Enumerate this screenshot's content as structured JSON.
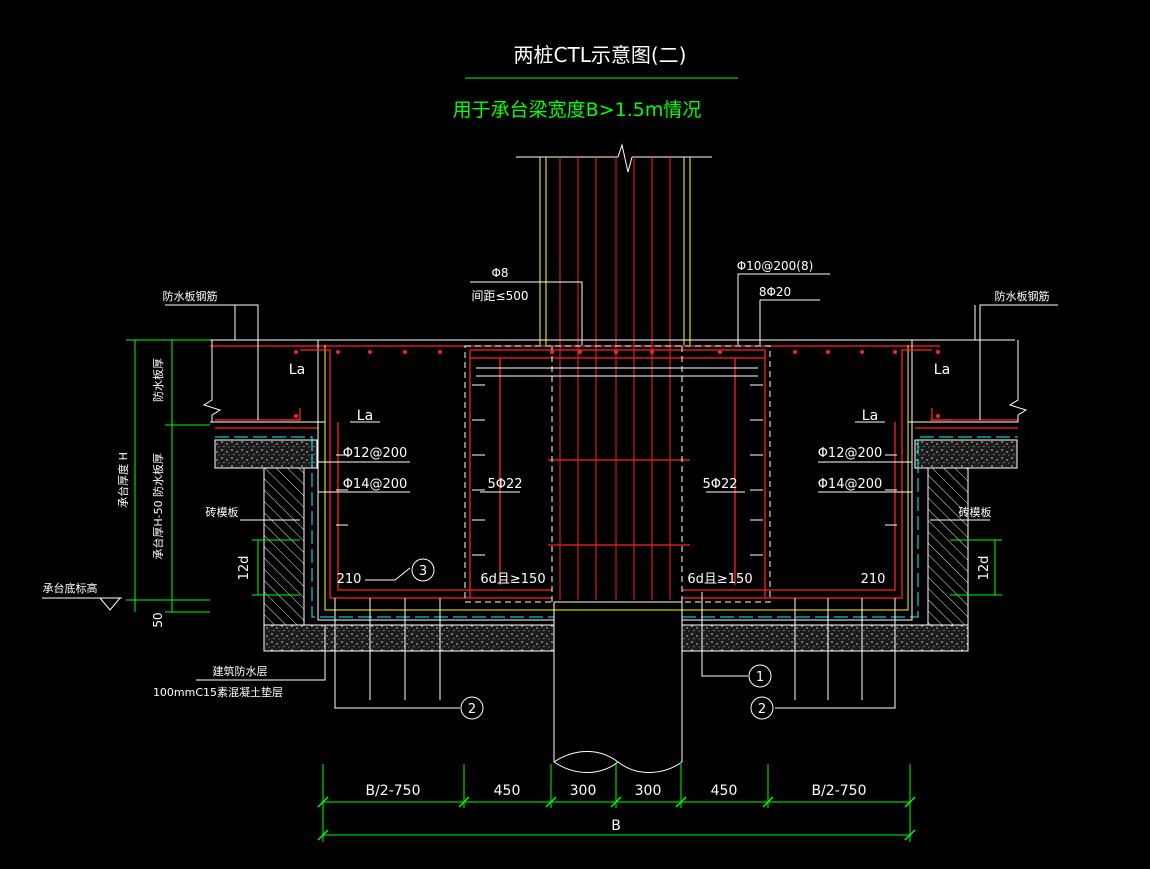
{
  "title": "两桩CTL示意图(二)",
  "subtitle": "用于承台梁宽度B>1.5m情况",
  "colors": {
    "background": "#000000",
    "title": "#ffffff",
    "subtitle": "#00ff00",
    "rebar": "#ff2020",
    "outline": "#ffffff",
    "column": "#ffff00",
    "dimension": "#00ff00",
    "waterproof": "#00ffff",
    "concrete": "#d8d8d8",
    "hatch": "#ffffff"
  },
  "labels": {
    "stirrup_phi8": "Φ8",
    "stirrup_spacing": "间距≤500",
    "stirrup_main": "Φ10@200(8)",
    "top_bar": "8Φ20",
    "waterproof_rebar_left": "防水板钢筋",
    "waterproof_rebar_right": "防水板钢筋",
    "la_top_left": "La",
    "la_top_right": "La",
    "la_mid_left": "La",
    "la_mid_right": "La",
    "bar_phi12_left": "Φ12@200",
    "bar_phi14_left": "Φ14@200",
    "bar_phi12_right": "Φ12@200",
    "bar_phi14_right": "Φ14@200",
    "side_bar_left": "5Φ22",
    "side_bar_right": "5Φ22",
    "brick_mold_left": "砖模板",
    "brick_mold_right": "砖模板",
    "dim_12d_left": "12d",
    "dim_12d_right": "12d",
    "dim_210_left": "210",
    "dim_210_right": "210",
    "anchor_left": "6d且≥150",
    "anchor_right": "6d且≥150",
    "callout_1": "1",
    "callout_2_left": "2",
    "callout_2_right": "2",
    "callout_3": "3",
    "thickness_H": "承台厚度 H",
    "thickness_H50": "承台厚H-50",
    "waterproof_thk_1": "防水板厚",
    "waterproof_thk_2": "防水板厚",
    "cap_bottom": "承台底标高",
    "dim_50": "50",
    "waterproof_layer": "建筑防水层",
    "cushion": "100mmC15素混凝土垫层"
  },
  "dimensions": [
    "B/2-750",
    "450",
    "300",
    "300",
    "450",
    "B/2-750"
  ],
  "overall_dimension": "B"
}
